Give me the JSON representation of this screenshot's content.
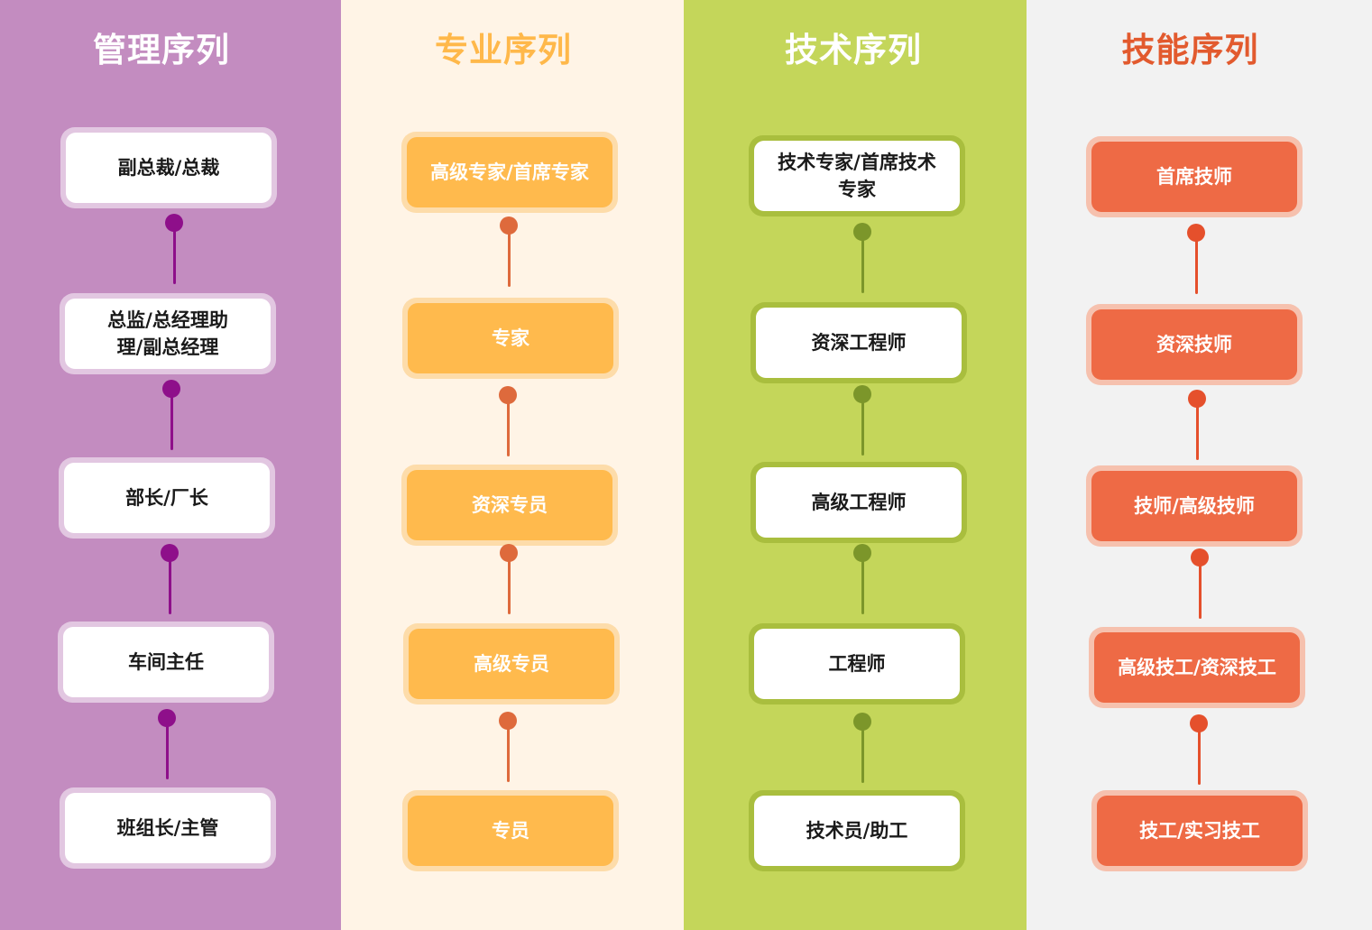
{
  "columns": [
    {
      "title": "管理序列",
      "nodes": [
        "副总裁/总裁",
        "总监/总经理助理/副总经理",
        "部长/厂长",
        "车间主任",
        "班组长/主管"
      ]
    },
    {
      "title": "专业序列",
      "nodes": [
        "高级专家/首席专家",
        "专家",
        "资深专员",
        "高级专员",
        "专员"
      ]
    },
    {
      "title": "技术序列",
      "nodes": [
        "技术专家/首席技术专家",
        "资深工程师",
        "高级工程师",
        "工程师",
        "技术员/助工"
      ]
    },
    {
      "title": "技能序列",
      "nodes": [
        "首席技师",
        "资深技师",
        "技师/高级技师",
        "高级技工/资深技工",
        "技工/实习技工"
      ]
    }
  ],
  "colors": {
    "management_bg": "#c38cc0",
    "professional_bg": "#fff4e6",
    "technical_bg": "#c4d65a",
    "skill_bg": "#f2f2f2",
    "management_accent": "#8e0f8a",
    "professional_accent": "#ffb84a",
    "technical_accent": "#7c962a",
    "skill_accent": "#e25a2e"
  }
}
